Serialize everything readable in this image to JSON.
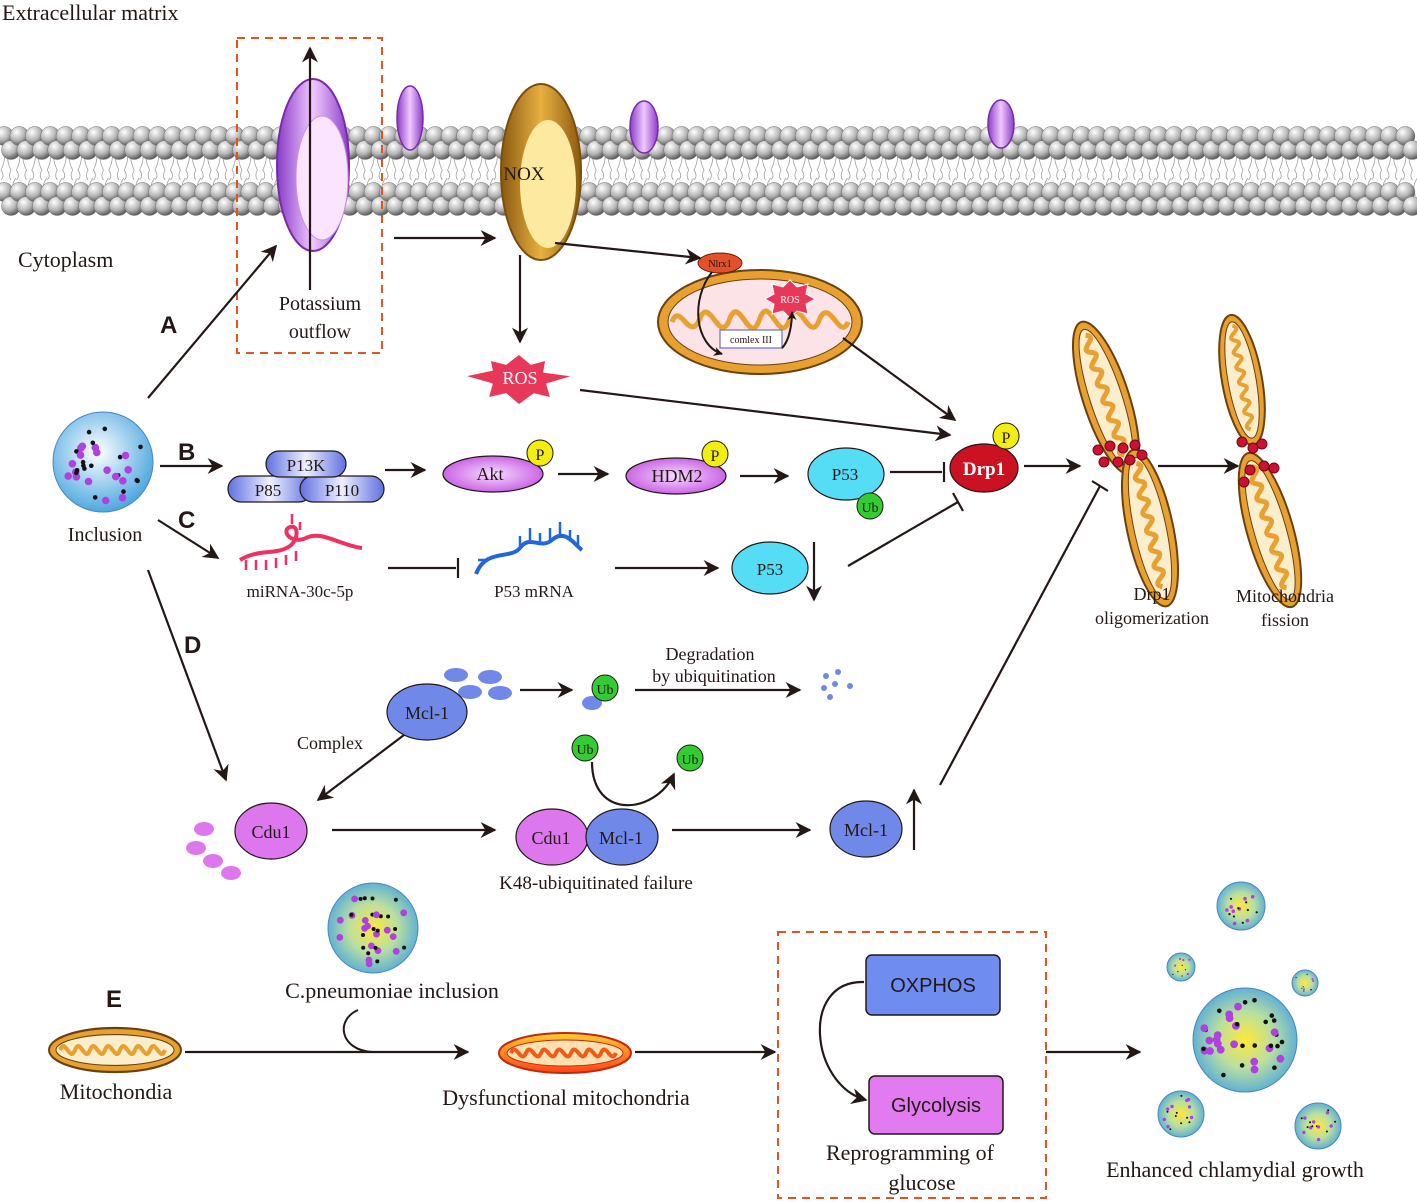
{
  "regions": {
    "extracellular": "Extracellular matrix",
    "cytoplasm": "Cytoplasm"
  },
  "letters": {
    "a": "A",
    "b": "B",
    "c": "C",
    "d": "D",
    "e": "E"
  },
  "membrane": {
    "nox": "NOX",
    "potassium_line1": "Potassium",
    "potassium_line2": "outflow"
  },
  "mito_top": {
    "nlrx1": "Nlrx1",
    "ros": "ROS",
    "complex": "comlex III"
  },
  "ros": "ROS",
  "pathway_b": {
    "p13k": "P13K",
    "p85": "P85",
    "p110": "P110",
    "akt": "Akt",
    "hdm2": "HDM2",
    "p53": "P53",
    "p": "P",
    "ub": "Ub",
    "drp1": "Drp1"
  },
  "inclusion": "Inclusion",
  "pathway_c": {
    "mirna": "miRNA-30c-5p",
    "p53mrna": "P53 mRNA",
    "p53": "P53"
  },
  "fission": {
    "drp1_line1": "Drp1",
    "drp1_line2": "oligomerization",
    "fission_line1": "Mitochondria",
    "fission_line2": "fission"
  },
  "pathway_d": {
    "mcl1": "Mcl-1",
    "complex": "Complex",
    "degradation_line1": "Degradation",
    "degradation_line2": "by ubiquitination",
    "ub": "Ub",
    "cdu1": "Cdu1",
    "k48": "K48-ubiquitinated failure"
  },
  "pathway_e": {
    "mito": "Mitochondia",
    "cpn": "C.pneumoniae inclusion",
    "dysfunctional": "Dysfunctional mitochondria",
    "oxphos": "OXPHOS",
    "glycolysis": "Glycolysis",
    "reprog_line1": "Reprogramming of",
    "reprog_line2": "glucose",
    "enhanced": "Enhanced chlamydial growth"
  },
  "colors": {
    "arrow": "#231815",
    "dashed_box": "#e0541e",
    "ros": "#e8385a",
    "drp1": "#cc1122",
    "p_badge": "#f2ee10",
    "ub": "#33cc33",
    "p53": "#55ddf5",
    "mcl1": "#7088e8",
    "cdu1": "#dd77ee",
    "mito_gold": "#e8a030",
    "oxphos": "#6f8cf0",
    "glycolysis": "#e27af0"
  }
}
